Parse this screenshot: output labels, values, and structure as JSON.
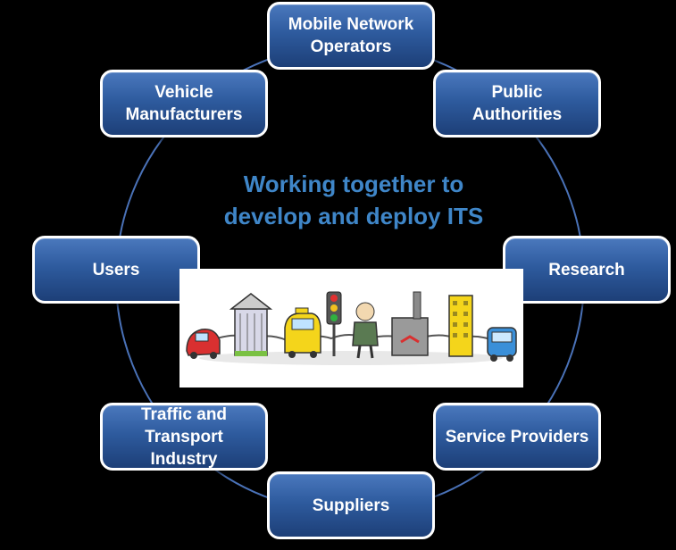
{
  "center_text": "Working together to\ndevelop and deploy ITS",
  "colors": {
    "background": "#000000",
    "box_fill": "#2e5b9e",
    "box_border": "#ffffff",
    "ring": "#4a72b8",
    "center_text": "#3f86c8"
  },
  "nodes": [
    {
      "id": "mobile-network-operators",
      "label": "Mobile Network\nOperators"
    },
    {
      "id": "public-authorities",
      "label": "Public\nAuthorities"
    },
    {
      "id": "research",
      "label": "Research"
    },
    {
      "id": "service-providers",
      "label": "Service Providers"
    },
    {
      "id": "suppliers",
      "label": "Suppliers"
    },
    {
      "id": "traffic-and-transport-industry",
      "label": "Traffic and\nTransport\nIndustry"
    },
    {
      "id": "users",
      "label": "Users"
    },
    {
      "id": "vehicle-manufacturers",
      "label": "Vehicle\nManufacturers"
    }
  ],
  "illustration": {
    "description_icon": "stakeholders-holding-hands-illustration"
  }
}
